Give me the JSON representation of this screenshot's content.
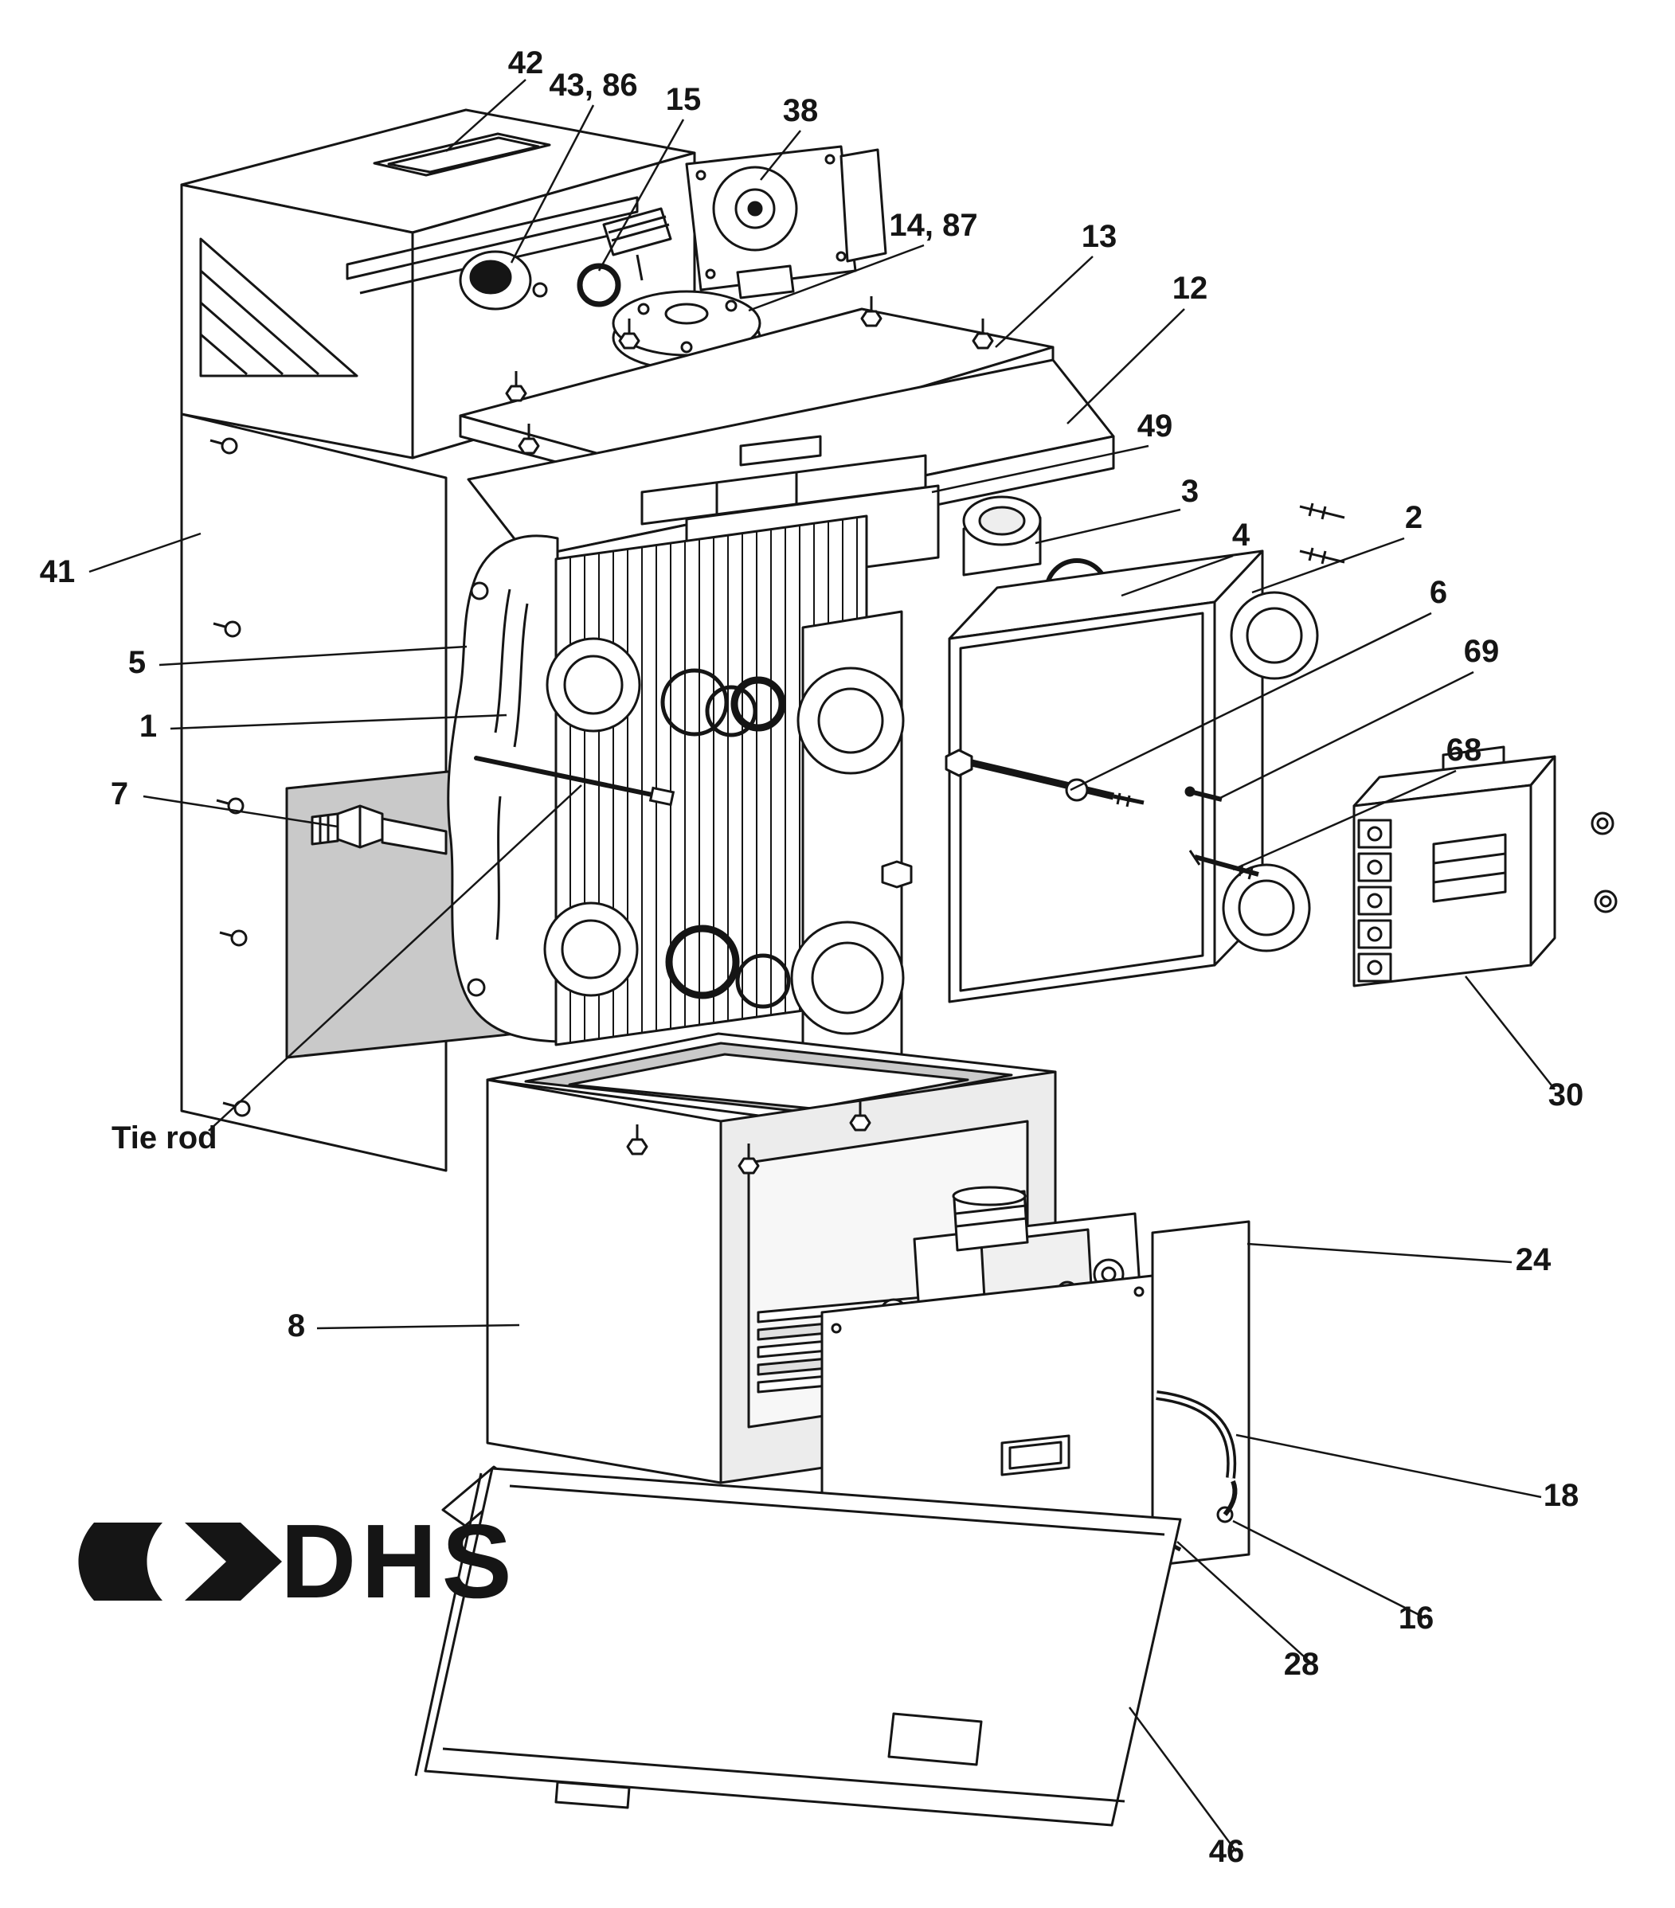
{
  "diagram": {
    "logo_text": "DHS",
    "labels": [
      {
        "id": "42",
        "text": "42"
      },
      {
        "id": "43-86",
        "text": "43, 86"
      },
      {
        "id": "15",
        "text": "15"
      },
      {
        "id": "38",
        "text": "38"
      },
      {
        "id": "14-87",
        "text": "14, 87"
      },
      {
        "id": "13",
        "text": "13"
      },
      {
        "id": "12",
        "text": "12"
      },
      {
        "id": "49",
        "text": "49"
      },
      {
        "id": "3",
        "text": "3"
      },
      {
        "id": "4",
        "text": "4"
      },
      {
        "id": "2",
        "text": "2"
      },
      {
        "id": "6",
        "text": "6"
      },
      {
        "id": "69",
        "text": "69"
      },
      {
        "id": "68",
        "text": "68"
      },
      {
        "id": "41",
        "text": "41"
      },
      {
        "id": "5",
        "text": "5"
      },
      {
        "id": "1",
        "text": "1"
      },
      {
        "id": "7",
        "text": "7"
      },
      {
        "id": "30",
        "text": "30"
      },
      {
        "id": "tie-rod",
        "text": "Tie rod"
      },
      {
        "id": "8",
        "text": "8"
      },
      {
        "id": "24",
        "text": "24"
      },
      {
        "id": "18",
        "text": "18"
      },
      {
        "id": "16",
        "text": "16"
      },
      {
        "id": "28",
        "text": "28"
      },
      {
        "id": "46",
        "text": "46"
      }
    ],
    "colors": {
      "line": "#151515",
      "shade": "#c9c9c9",
      "background": "#ffffff"
    }
  }
}
